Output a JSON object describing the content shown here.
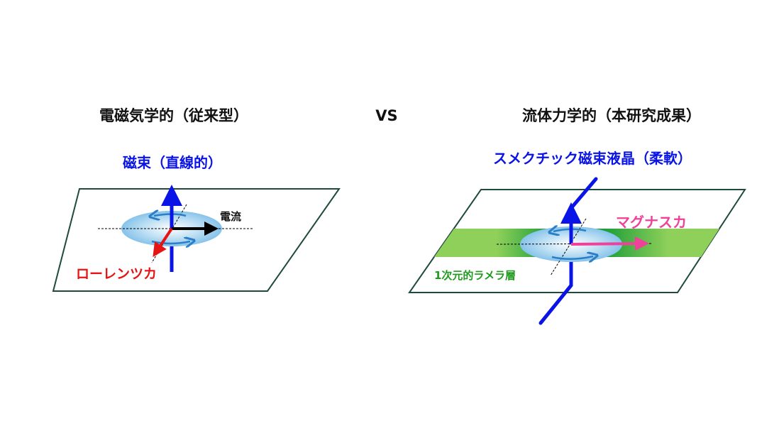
{
  "left": {
    "title": "電磁気学的（従来型）",
    "flux_label": "磁束（直線的）",
    "current_label": "電流",
    "force_label": "ローレンツカ"
  },
  "vs": "VS",
  "right": {
    "title": "流体力学的（本研究成果）",
    "flux_label": "スメクチック磁束液晶（柔軟）",
    "force_label": "マグナスカ",
    "layer_label": "1次元的ラメラ層"
  },
  "colors": {
    "flux": "#0a14e6",
    "lorentz": "#e61414",
    "magnus": "#f0409c",
    "layer": "#6cc24a",
    "layer_text": "#1e9a1e",
    "plane_border": "#1f4a40",
    "vortex": "#8ec8ec"
  }
}
